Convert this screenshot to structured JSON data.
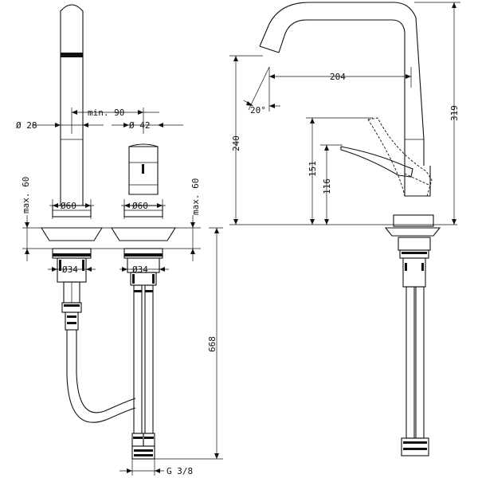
{
  "labels": {
    "dia_28": "Ø 28",
    "min_90": "min. 90",
    "dia_42": "Ø 42",
    "max_60_left": "max. 60",
    "max_60_mid": "max. 60",
    "dia_60_a": "Ø60",
    "dia_60_b": "Ø60",
    "dia_34_a": "Ø34",
    "dia_34_b": "Ø34",
    "len_668": "668",
    "thread_g38": "G 3/8",
    "len_204": "204",
    "angle_20": "20°",
    "h_240": "240",
    "h_151": "151",
    "h_116": "116",
    "h_319": "319"
  }
}
